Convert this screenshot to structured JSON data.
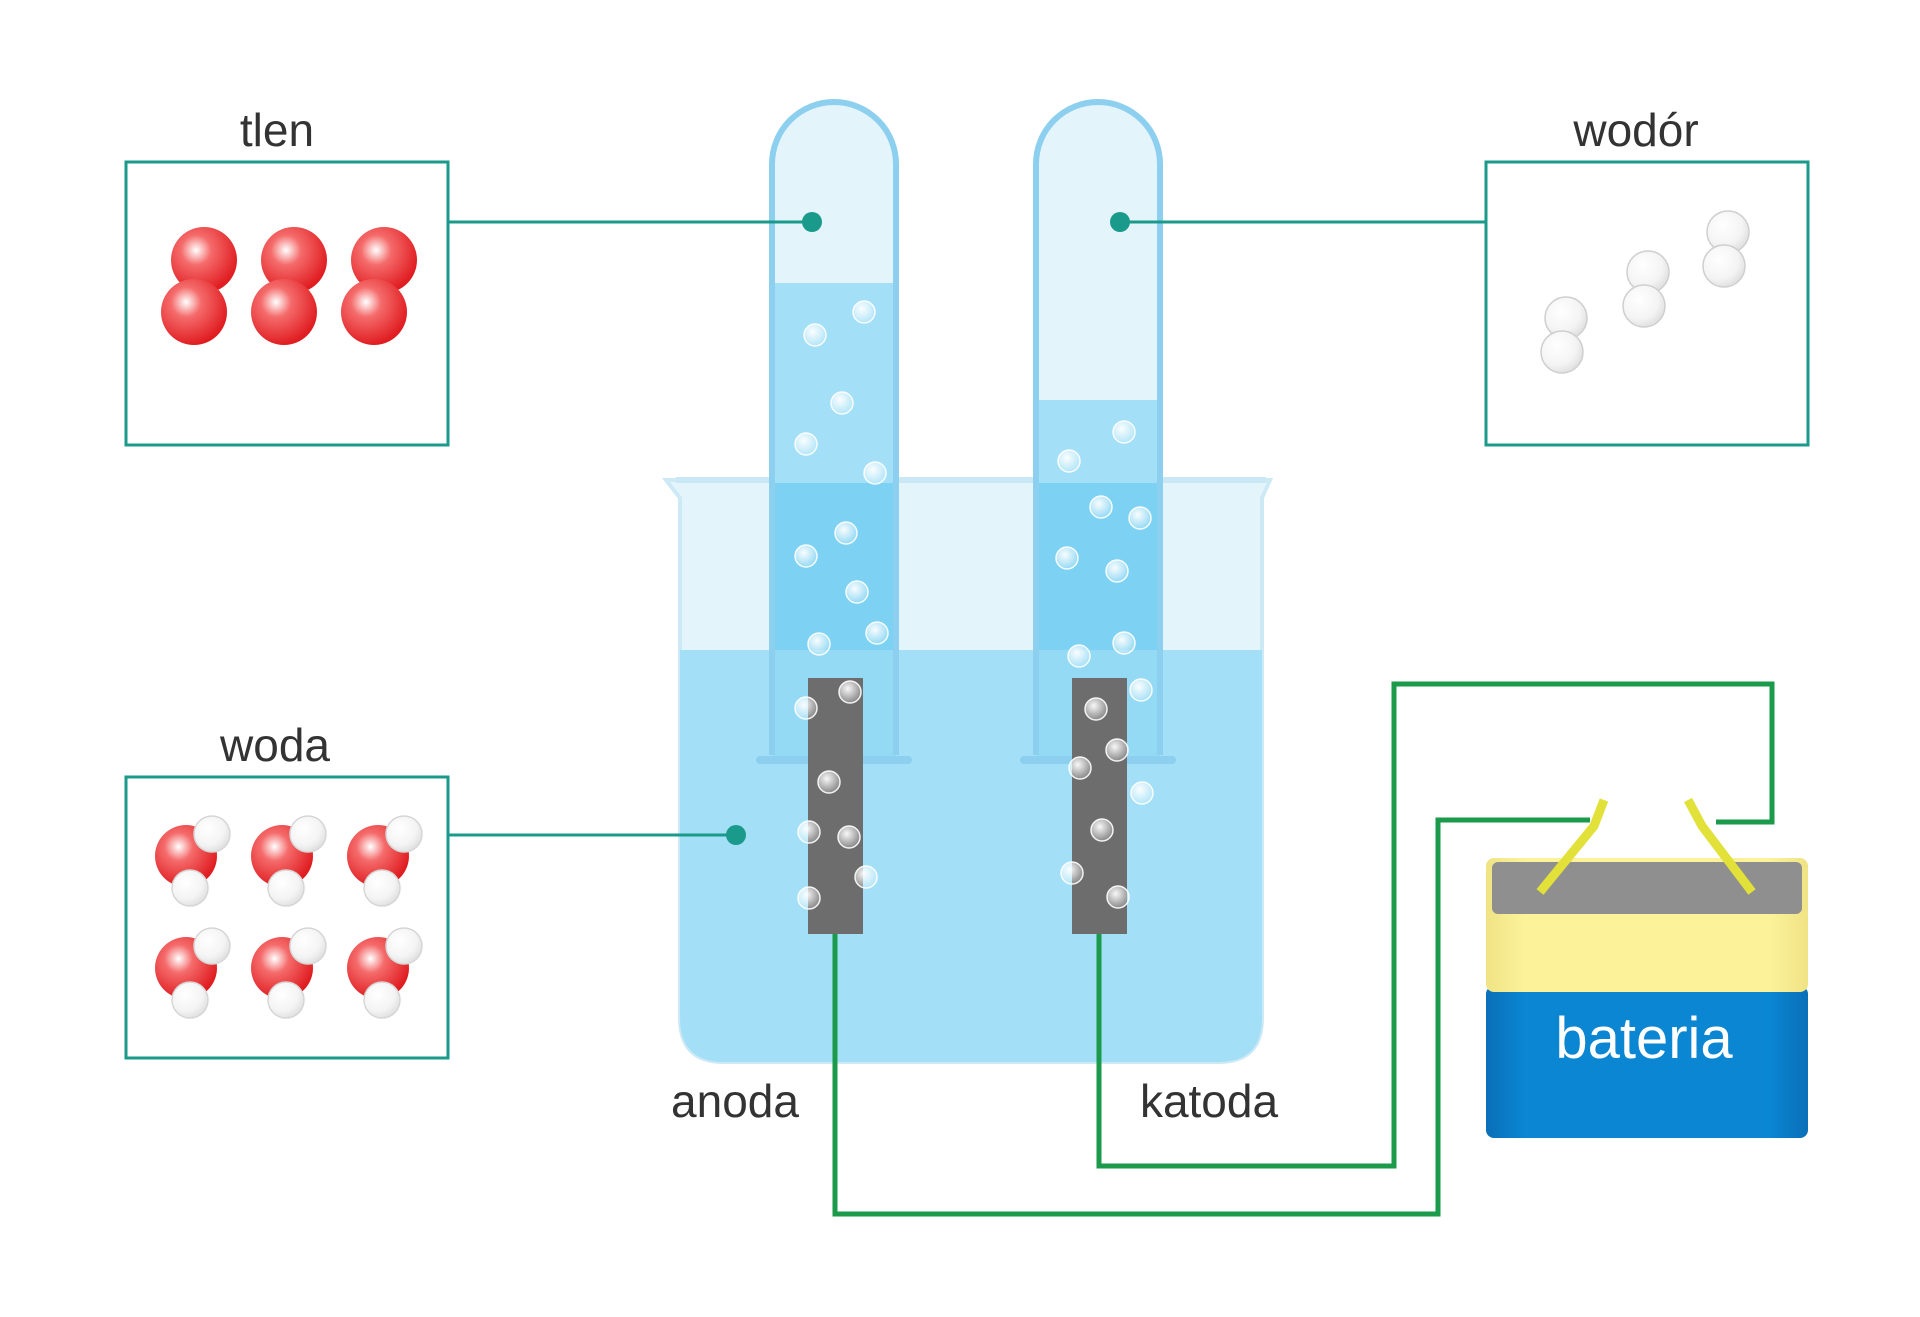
{
  "labels": {
    "oxygen": "tlen",
    "hydrogen": "wodór",
    "water": "woda",
    "anode": "anoda",
    "cathode": "katoda",
    "battery": "bateria"
  },
  "colors": {
    "frame": "#1a9a8a",
    "wire": "#1a9a4a",
    "water": "#a3e0f7",
    "tube_outline": "#8ccfee",
    "electrode": "#6d6d6d",
    "oxygen_atom": "#e8262a",
    "hydrogen_atom": "#f0f0f0",
    "battery_blue": "#0a7fc8",
    "battery_yellow": "#fbf29a",
    "battery_top": "#8f8f8f",
    "terminal": "#e2e13a"
  },
  "molecules": {
    "oxygen_count": 3,
    "hydrogen_count": 3,
    "water_count": 6
  }
}
